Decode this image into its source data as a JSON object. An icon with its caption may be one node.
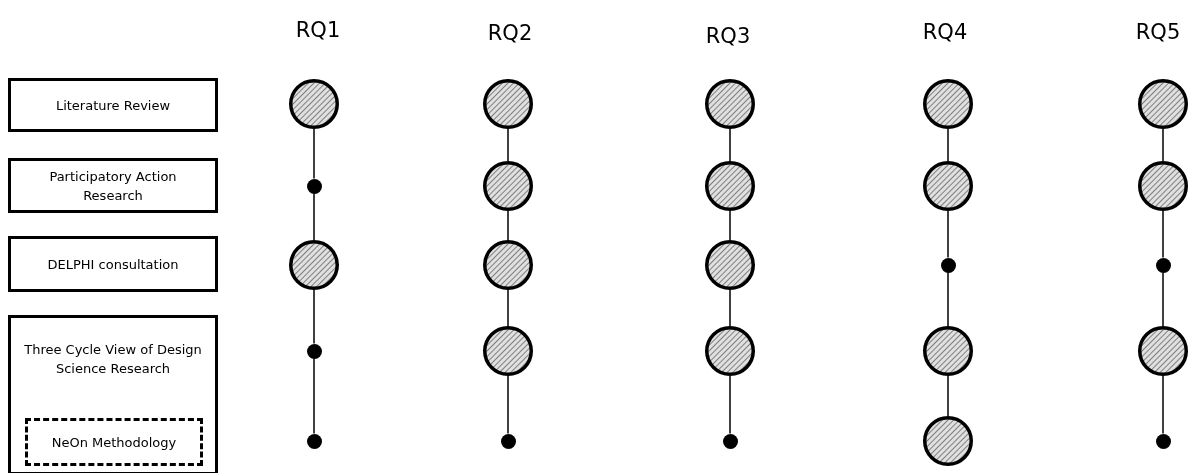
{
  "diagram": {
    "nodes": [
      {
        "text": [
          "Literature Review"
        ]
      },
      {
        "text": [
          "Participatory Action Research"
        ]
      },
      {
        "text": [
          "DELPHI consultation"
        ]
      },
      {
        "text": [
          "Three Cycle View of Design Science Research"
        ]
      },
      {
        "text": [
          "NeOn Methodology"
        ],
        "in": 3
      },
      {
        "text": [],
        "shape": "circle"
      },
      {
        "text": [],
        "shape": "dot"
      },
      {
        "text": [],
        "shape": "circle"
      },
      {
        "text": [],
        "shape": "dot"
      },
      {
        "text": [],
        "shape": "dot"
      },
      {
        "text": [],
        "shape": "circle"
      },
      {
        "text": [],
        "shape": "circle"
      },
      {
        "text": [],
        "shape": "circle"
      },
      {
        "text": [],
        "shape": "circle"
      },
      {
        "text": [],
        "shape": "dot"
      },
      {
        "text": [],
        "shape": "circle"
      },
      {
        "text": [],
        "shape": "circle"
      },
      {
        "text": [],
        "shape": "circle"
      },
      {
        "text": [],
        "shape": "circle"
      },
      {
        "text": [],
        "shape": "dot"
      },
      {
        "text": [],
        "shape": "circle"
      },
      {
        "text": [],
        "shape": "circle"
      },
      {
        "text": [],
        "shape": "dot"
      },
      {
        "text": [],
        "shape": "circle"
      },
      {
        "text": [],
        "shape": "circle"
      },
      {
        "text": [],
        "shape": "circle"
      },
      {
        "text": [],
        "shape": "circle"
      },
      {
        "text": [],
        "shape": "dot"
      },
      {
        "text": [],
        "shape": "circle"
      },
      {
        "text": [],
        "shape": "dot"
      }
    ],
    "edges": [
      {
        "from": 5,
        "to": 6,
        "arrow": "none"
      },
      {
        "from": 6,
        "to": 7,
        "arrow": "none"
      },
      {
        "from": 7,
        "to": 8,
        "arrow": "none"
      },
      {
        "from": 8,
        "to": 9,
        "arrow": "none"
      },
      {
        "from": 10,
        "to": 11,
        "arrow": "none"
      },
      {
        "from": 11,
        "to": 12,
        "arrow": "none"
      },
      {
        "from": 12,
        "to": 13,
        "arrow": "none"
      },
      {
        "from": 13,
        "to": 14,
        "arrow": "none"
      },
      {
        "from": 15,
        "to": 16,
        "arrow": "none"
      },
      {
        "from": 16,
        "to": 17,
        "arrow": "none"
      },
      {
        "from": 17,
        "to": 18,
        "arrow": "none"
      },
      {
        "from": 18,
        "to": 19,
        "arrow": "none"
      },
      {
        "from": 20,
        "to": 21,
        "arrow": "none"
      },
      {
        "from": 21,
        "to": 22,
        "arrow": "none"
      },
      {
        "from": 22,
        "to": 23,
        "arrow": "none"
      },
      {
        "from": 23,
        "to": 24,
        "arrow": "none"
      },
      {
        "from": 25,
        "to": 26,
        "arrow": "none"
      },
      {
        "from": 26,
        "to": 27,
        "arrow": "none"
      },
      {
        "from": 27,
        "to": 28,
        "arrow": "none"
      },
      {
        "from": 28,
        "to": 29,
        "arrow": "none"
      }
    ],
    "labels": [
      "RQ1",
      "RQ2",
      "RQ3",
      "RQ4",
      "RQ5"
    ]
  }
}
